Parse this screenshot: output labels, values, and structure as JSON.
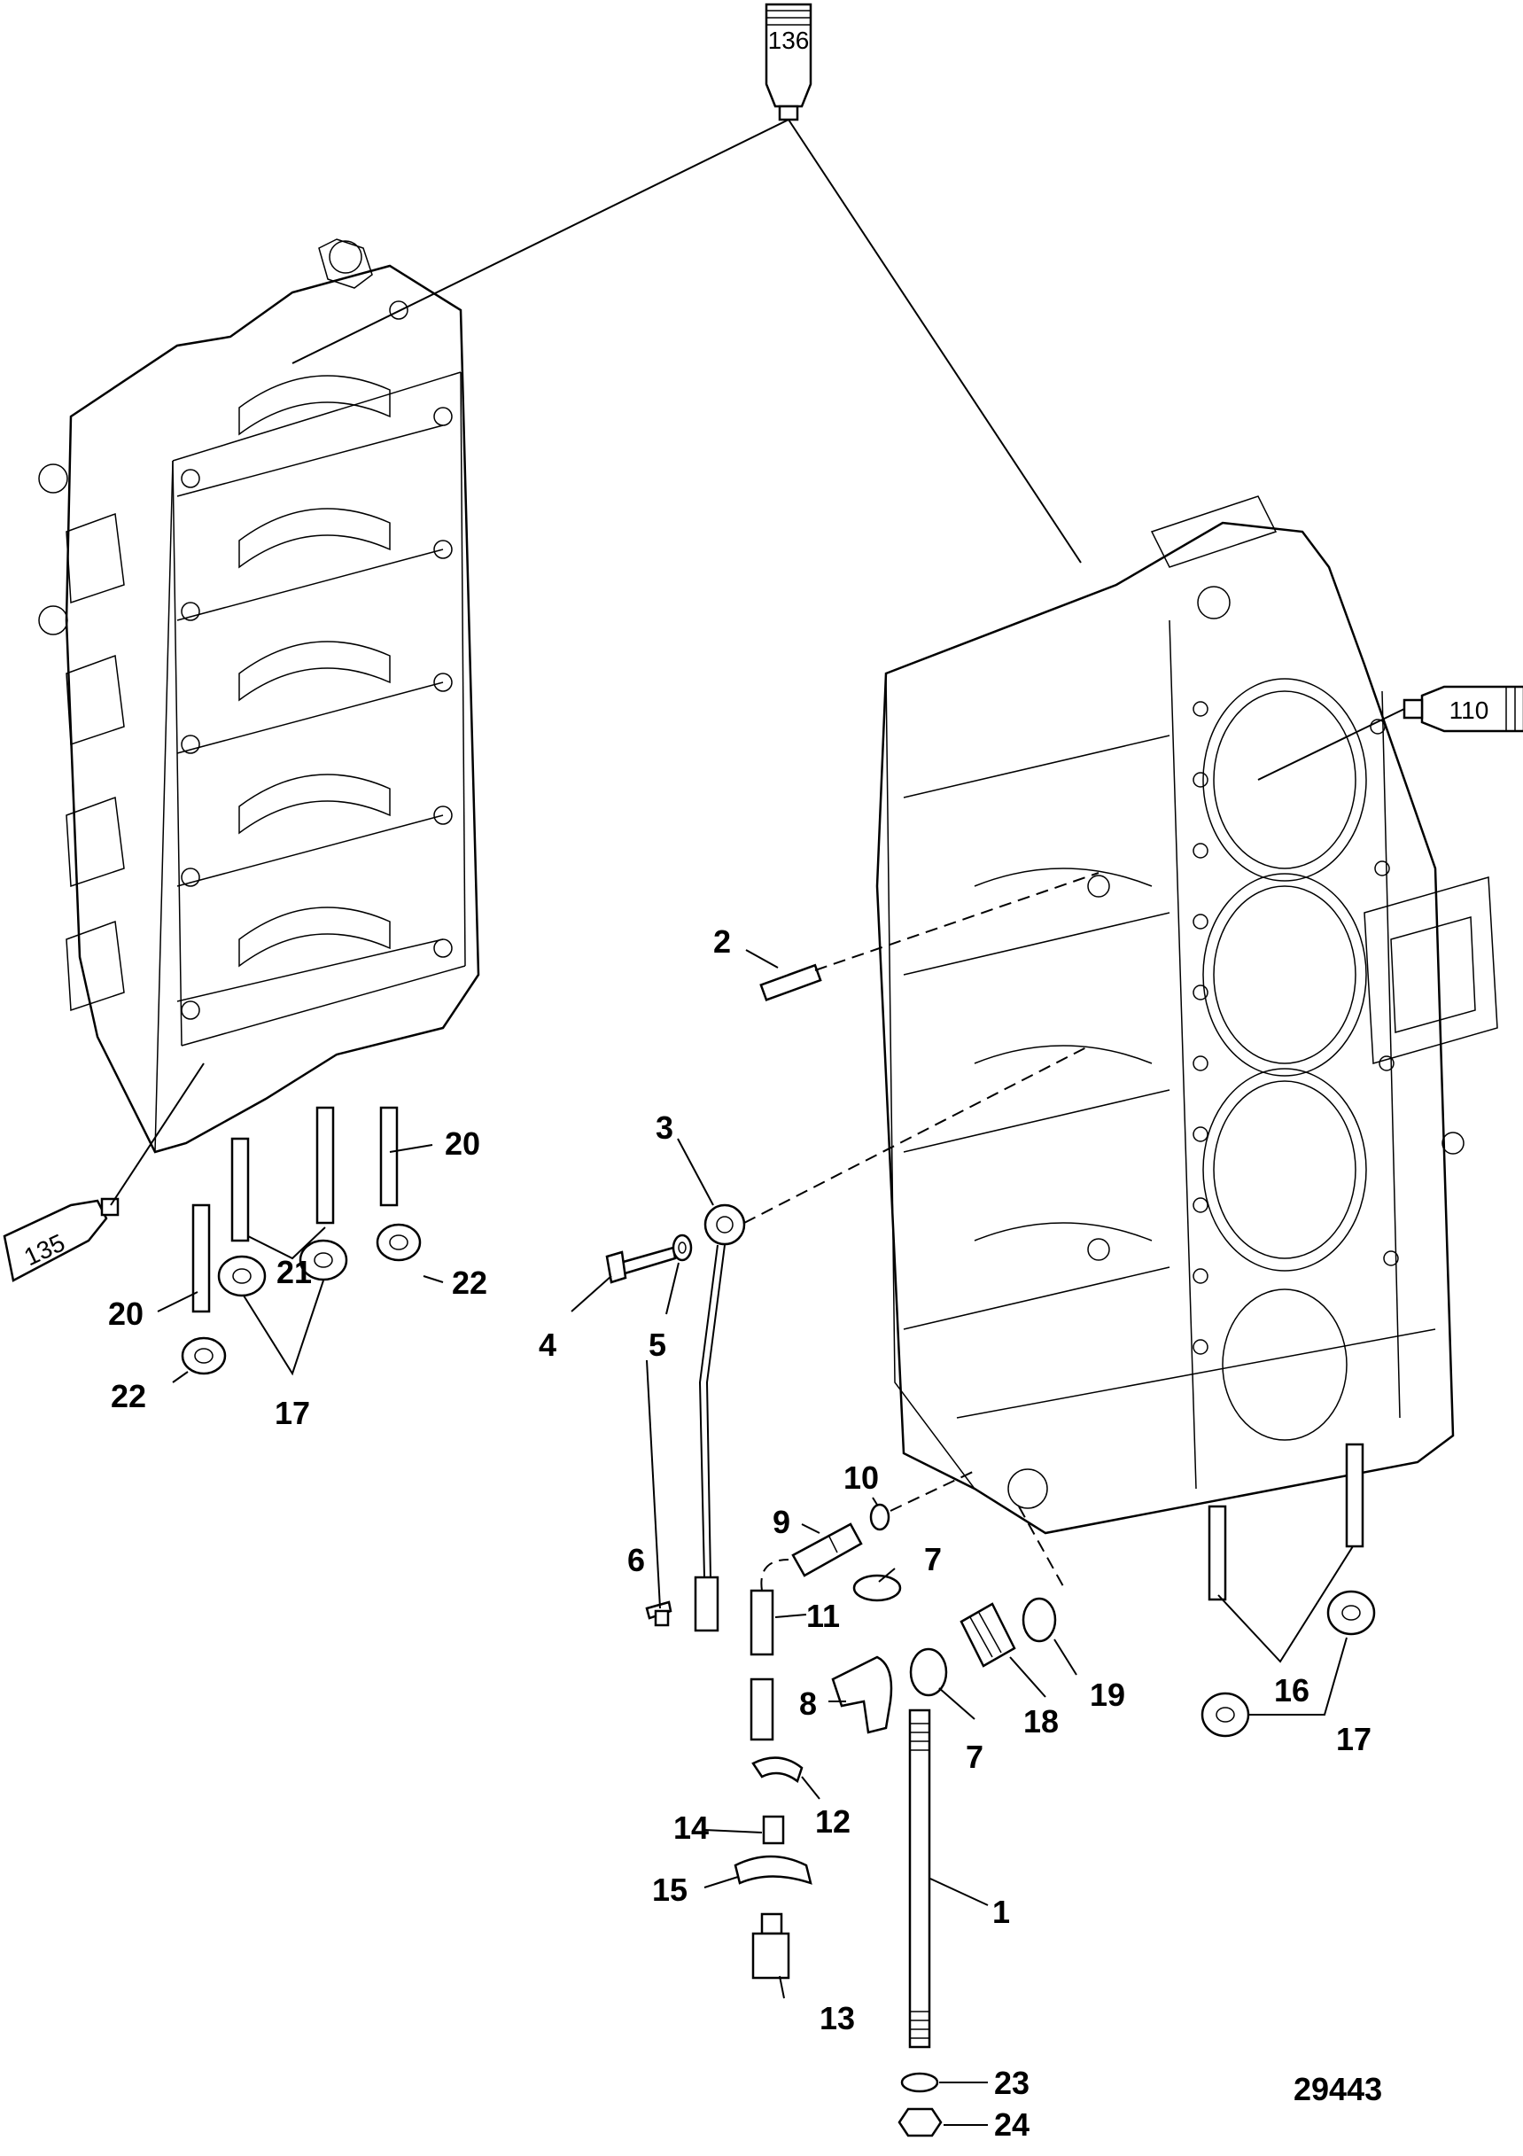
{
  "figure_number": "29443",
  "sealant_tubes": [
    {
      "id": "tube-136",
      "label": "136"
    },
    {
      "id": "tube-110",
      "label": "110"
    },
    {
      "id": "tube-135",
      "label": "135"
    }
  ],
  "callouts": {
    "c1": "1",
    "c2": "2",
    "c3": "3",
    "c4": "4",
    "c5": "5",
    "c6": "6",
    "c7a": "7",
    "c7b": "7",
    "c8": "8",
    "c9": "9",
    "c10": "10",
    "c11": "11",
    "c12": "12",
    "c13": "13",
    "c14": "14",
    "c15": "15",
    "c16": "16",
    "c17a": "17",
    "c17b": "17",
    "c18": "18",
    "c19": "19",
    "c20a": "20",
    "c20b": "20",
    "c21": "21",
    "c22a": "22",
    "c22b": "22",
    "c23": "23",
    "c24": "24"
  }
}
